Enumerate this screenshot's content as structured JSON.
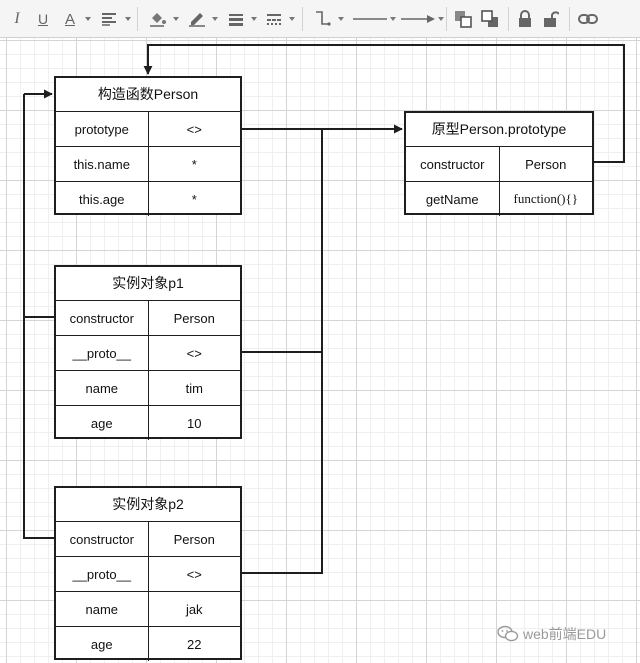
{
  "toolbar": {
    "tools": [
      {
        "name": "italic",
        "glyph": "I"
      },
      {
        "name": "underline",
        "glyph": "U"
      },
      {
        "name": "font-color",
        "glyph": "A"
      },
      {
        "name": "align"
      },
      {
        "name": "fill-color"
      },
      {
        "name": "line-color"
      },
      {
        "name": "line-width"
      },
      {
        "name": "line-dash"
      },
      {
        "name": "connector-style"
      },
      {
        "name": "line-start"
      },
      {
        "name": "line-end"
      },
      {
        "name": "to-front"
      },
      {
        "name": "to-back"
      },
      {
        "name": "lock"
      },
      {
        "name": "unlock"
      },
      {
        "name": "link"
      }
    ]
  },
  "diagram": {
    "constructor_box": {
      "title": "构造函数Person",
      "rows": [
        {
          "key": "prototype",
          "value": "<>"
        },
        {
          "key": "this.name",
          "value": "*"
        },
        {
          "key": "this.age",
          "value": "*"
        }
      ]
    },
    "prototype_box": {
      "title": "原型Person.prototype",
      "rows": [
        {
          "key": "constructor",
          "value": "Person"
        },
        {
          "key": "getName",
          "value": "function(){}"
        }
      ]
    },
    "instance_p1": {
      "title": "实例对象p1",
      "rows": [
        {
          "key": "constructor",
          "value": "Person"
        },
        {
          "key": "__proto__",
          "value": "<>"
        },
        {
          "key": "name",
          "value": "tim"
        },
        {
          "key": "age",
          "value": "10"
        }
      ]
    },
    "instance_p2": {
      "title": "实例对象p2",
      "rows": [
        {
          "key": "constructor",
          "value": "Person"
        },
        {
          "key": "__proto__",
          "value": "<>"
        },
        {
          "key": "name",
          "value": "jak"
        },
        {
          "key": "age",
          "value": "22"
        }
      ]
    },
    "edges": [
      {
        "from": "constructor_box.prototype",
        "to": "prototype_box"
      },
      {
        "from": "instance_p1.__proto__",
        "to": "prototype_box"
      },
      {
        "from": "instance_p2.__proto__",
        "to": "prototype_box"
      },
      {
        "from": "prototype_box.constructor",
        "to": "constructor_box"
      },
      {
        "from": "instance_p1.constructor",
        "to": "constructor_box"
      },
      {
        "from": "instance_p2.constructor",
        "to": "constructor_box"
      }
    ]
  },
  "watermark": {
    "text": "web前端EDU"
  }
}
